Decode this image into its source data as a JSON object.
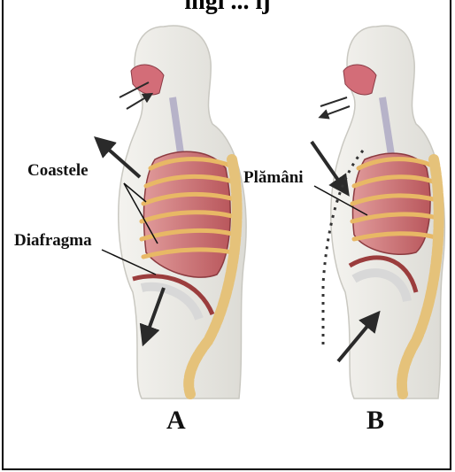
{
  "header": {
    "partial_title": "ingi  ...  ij"
  },
  "labels": {
    "ribs": "Coastele",
    "diaphragm": "Diafragma",
    "lungs": "Plămâni",
    "panel_a": "A",
    "panel_b": "B"
  },
  "colors": {
    "body": "#ecebe6",
    "lung": "#c86b6f",
    "rib": "#e8b865",
    "spine": "#e5c27a",
    "arrow": "#2a2a2a"
  }
}
